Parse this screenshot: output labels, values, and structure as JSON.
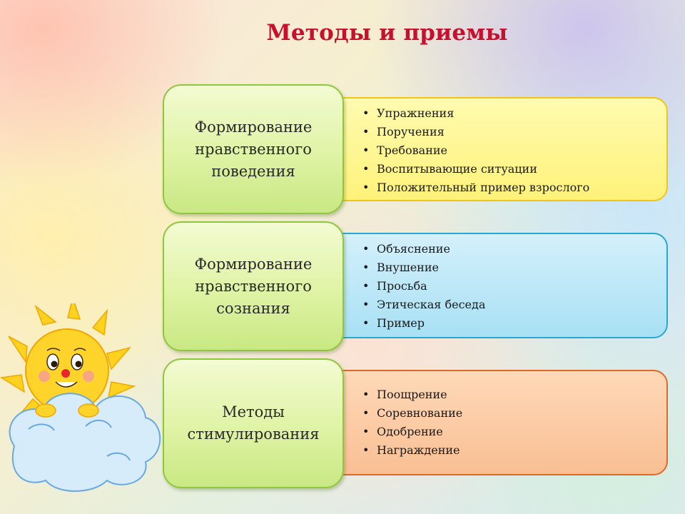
{
  "title": "Методы и приемы",
  "groups": [
    {
      "heading": "Формирование\nнравственного\nповедения",
      "items": [
        "Упражнения",
        "Поручения",
        "Требование",
        "Воспитывающие ситуации",
        "Положительный пример взрослого"
      ],
      "color": "#fff27a"
    },
    {
      "heading": "Формирование\nнравственного\nсознания",
      "items": [
        "Объяснение",
        "Внушение",
        "Просьба",
        "Этическая беседа",
        "Пример"
      ],
      "color": "#a8e0f4"
    },
    {
      "heading": "Методы\nстимулирования",
      "items": [
        "Поощрение",
        "Соревнование",
        "Одобрение",
        "Награждение"
      ],
      "color": "#f9bf94"
    }
  ],
  "decoration": {
    "icon": "sun-on-cloud-icon"
  }
}
